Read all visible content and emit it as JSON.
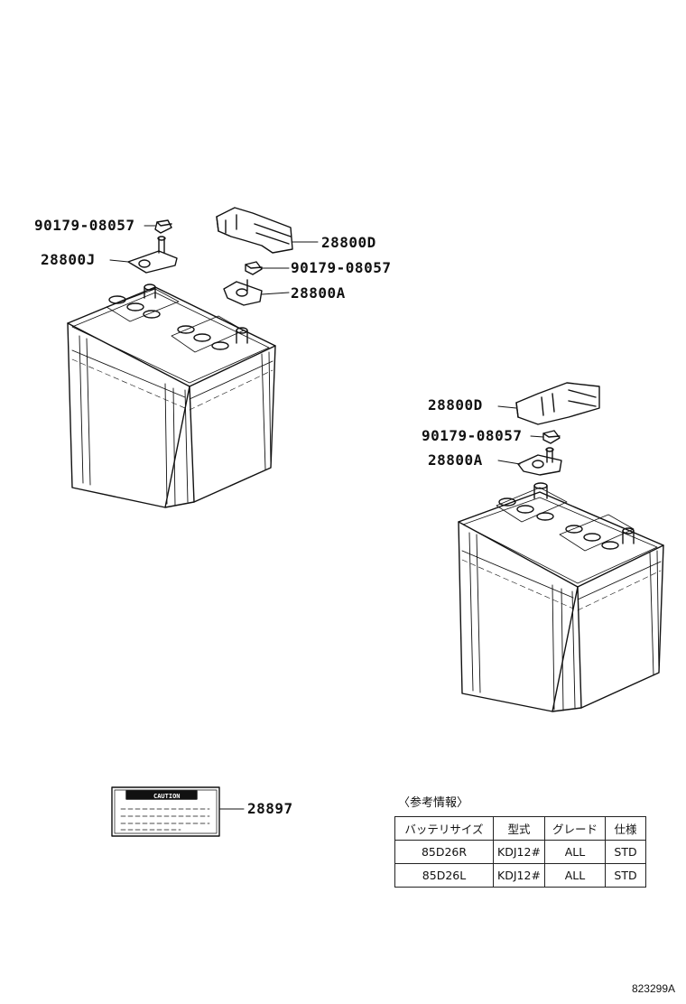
{
  "callouts": {
    "left_nut_part": "90179-08057",
    "left_neg_terminal_part": "28800J",
    "left_cover_part": "28800D",
    "left_mid_nut_part": "90179-08057",
    "left_pos_terminal_part": "28800A",
    "right_cover_part": "28800D",
    "right_nut_part": "90179-08057",
    "right_terminal_part": "28800A",
    "caution_label_part": "28897"
  },
  "caution_label": {
    "header_text": "CAUTION"
  },
  "reference_table": {
    "title": "〈参考情報〉",
    "headers": [
      "バッテリサイズ",
      "型式",
      "グレード",
      "仕様"
    ],
    "rows": [
      [
        "85D26R",
        "KDJ12#",
        "ALL",
        "STD"
      ],
      [
        "85D26L",
        "KDJ12#",
        "ALL",
        "STD"
      ]
    ]
  },
  "drawing_number": "823299A"
}
